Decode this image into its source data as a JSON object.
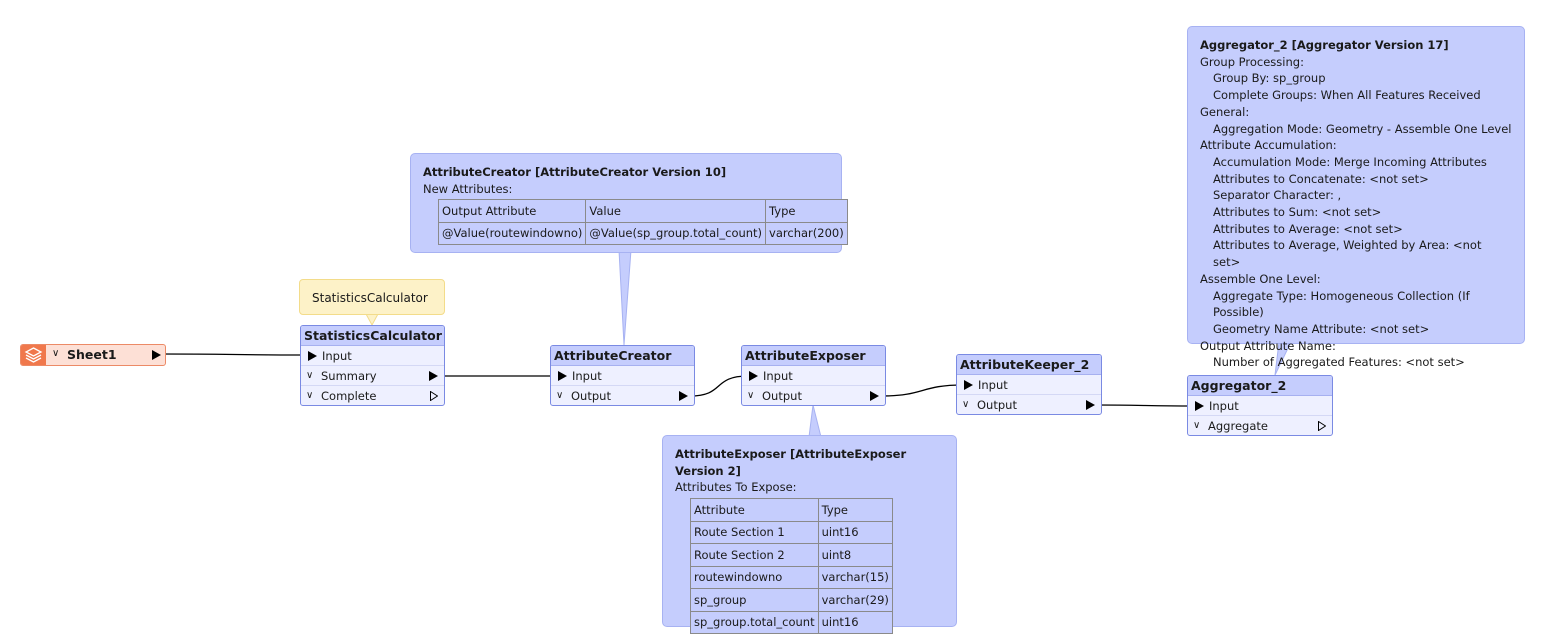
{
  "reader": {
    "label": "Sheet1",
    "icon": "stack-layers-icon",
    "color": "#f0784c"
  },
  "annotation_note": {
    "text": "StatisticsCalculator"
  },
  "nodes": {
    "statistics_calculator": {
      "title": "StatisticsCalculator",
      "ports": [
        "Input",
        "Summary",
        "Complete"
      ]
    },
    "attribute_creator": {
      "title": "AttributeCreator",
      "ports": [
        "Input",
        "Output"
      ]
    },
    "attribute_exposer": {
      "title": "AttributeExposer",
      "ports": [
        "Input",
        "Output"
      ]
    },
    "attribute_keeper": {
      "title": "AttributeKeeper_2",
      "ports": [
        "Input",
        "Output"
      ]
    },
    "aggregator": {
      "title": "Aggregator_2",
      "ports": [
        "Input",
        "Aggregate"
      ]
    }
  },
  "callouts": {
    "attribute_creator": {
      "title": "AttributeCreator [AttributeCreator Version 10]",
      "subtitle": "New Attributes:",
      "table": {
        "headers": [
          "Output Attribute",
          "Value",
          "Type"
        ],
        "rows": [
          [
            "@Value(routewindowno)",
            "@Value(sp_group.total_count)",
            "varchar(200)"
          ]
        ]
      }
    },
    "attribute_exposer": {
      "title": "AttributeExposer [AttributeExposer Version 2]",
      "subtitle": "Attributes To Expose:",
      "table": {
        "headers": [
          "Attribute",
          "Type"
        ],
        "rows": [
          [
            "Route Section 1",
            "uint16"
          ],
          [
            "Route Section 2",
            "uint8"
          ],
          [
            "routewindowno",
            "varchar(15)"
          ],
          [
            "sp_group",
            "varchar(29)"
          ],
          [
            "sp_group.total_count",
            "uint16"
          ]
        ]
      }
    },
    "aggregator": {
      "title": "Aggregator_2 [Aggregator Version 17]",
      "lines": [
        {
          "text": "Group Processing:",
          "indent": false
        },
        {
          "text": "Group By: sp_group",
          "indent": true
        },
        {
          "text": "Complete Groups: When All Features Received",
          "indent": true
        },
        {
          "text": "General:",
          "indent": false
        },
        {
          "text": "Aggregation Mode: Geometry - Assemble One Level",
          "indent": true
        },
        {
          "text": "Attribute Accumulation:",
          "indent": false
        },
        {
          "text": "Accumulation Mode: Merge Incoming Attributes",
          "indent": true
        },
        {
          "text": "Attributes to Concatenate: <not set>",
          "indent": true
        },
        {
          "text": "Separator Character: ,",
          "indent": true
        },
        {
          "text": "Attributes to Sum: <not set>",
          "indent": true
        },
        {
          "text": "Attributes to Average: <not set>",
          "indent": true
        },
        {
          "text": "Attributes to Average, Weighted by Area: <not set>",
          "indent": true
        },
        {
          "text": "Assemble One Level:",
          "indent": false
        },
        {
          "text": "Aggregate Type: Homogeneous Collection (If Possible)",
          "indent": true
        },
        {
          "text": "Geometry Name Attribute: <not set>",
          "indent": true
        },
        {
          "text": "Output Attribute Name:",
          "indent": false
        },
        {
          "text": "Number of Aggregated Features: <not set>",
          "indent": true
        }
      ]
    }
  },
  "colors": {
    "transformer_header": "#c5cdfd",
    "transformer_body": "#eef0ff",
    "callout": "#c5cdfd",
    "reader_body": "#fde0d6",
    "note": "#fdf2c8"
  }
}
